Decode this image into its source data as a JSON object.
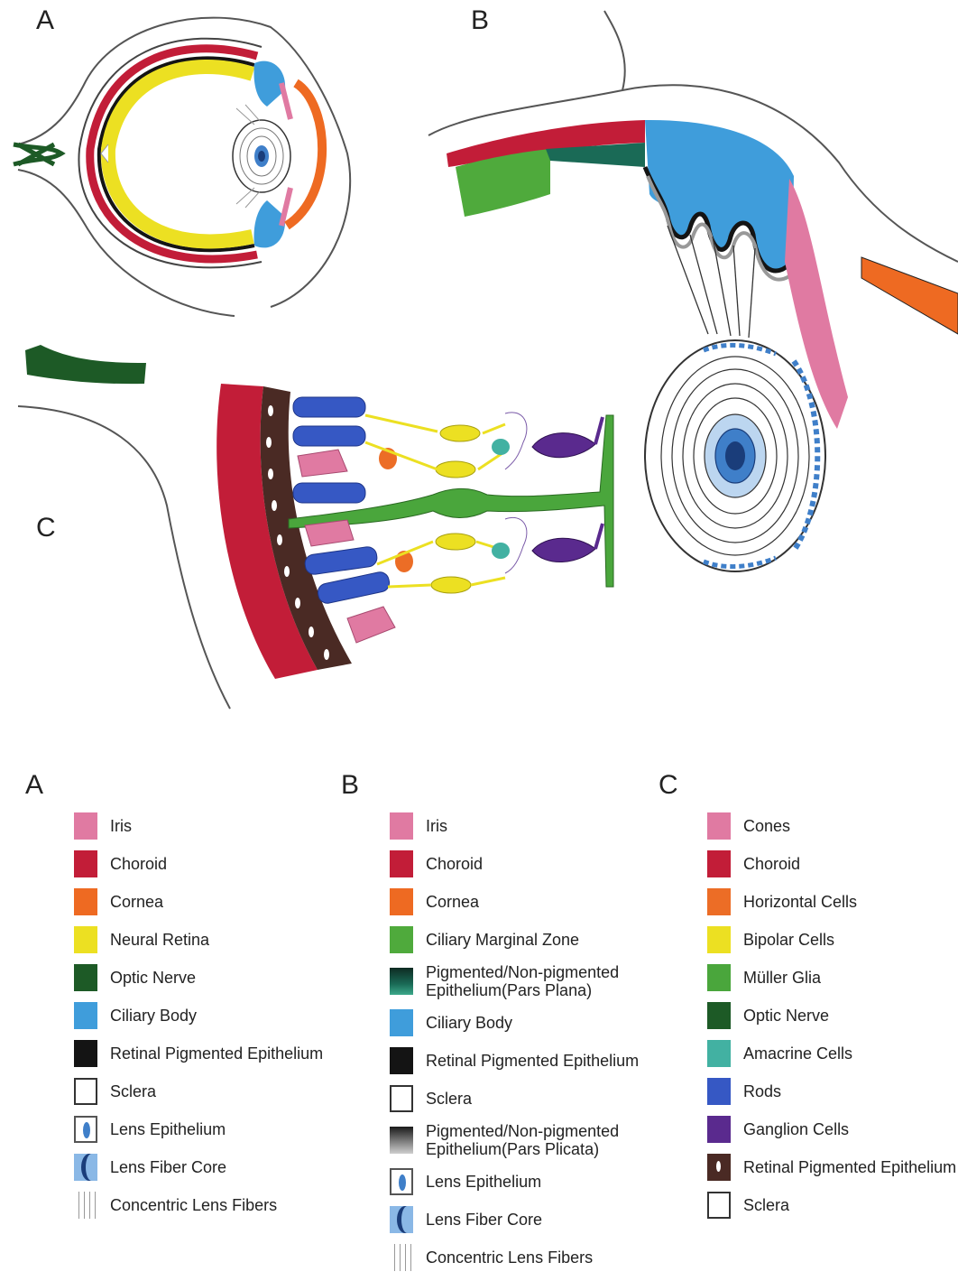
{
  "colors": {
    "iris": "#e07aa2",
    "choroid": "#c21d38",
    "cornea": "#ee6a22",
    "neural_retina": "#ece022",
    "optic_nerve": "#1d5a26",
    "ciliary_body": "#3f9ddb",
    "rpe": "#141414",
    "sclera_stroke": "#333333",
    "ciliary_marginal_zone": "#4faa3c",
    "pars_plana": "#1a6a56",
    "pars_plicata": "#444444",
    "cones": "#e07aa2",
    "horizontal": "#ec6d26",
    "bipolar": "#ece022",
    "muller": "#4aa63c",
    "amacrine": "#42b1a2",
    "rods": "#3658c4",
    "ganglion": "#5a2a8e",
    "rpe_cell": "#4a2a24",
    "lens_blue": "#3f7fc9",
    "lens_dark": "#1a3d7a"
  },
  "panels": {
    "a": {
      "letter": "A"
    },
    "b": {
      "letter": "B"
    },
    "c": {
      "letter": "C"
    }
  },
  "legends": [
    {
      "title": "A",
      "items": [
        {
          "label": "Iris",
          "swatch": "iris"
        },
        {
          "label": "Choroid",
          "swatch": "choroid"
        },
        {
          "label": "Cornea",
          "swatch": "cornea"
        },
        {
          "label": "Neural Retina",
          "swatch": "neural_retina"
        },
        {
          "label": "Optic Nerve",
          "swatch": "optic_nerve"
        },
        {
          "label": "Ciliary Body",
          "swatch": "ciliary_body"
        },
        {
          "label": "Retinal Pigmented Epithelium",
          "swatch": "rpe"
        },
        {
          "label": "Sclera",
          "swatch": "sclera"
        },
        {
          "label": "Lens Epithelium",
          "swatch": "lens_epithelium"
        },
        {
          "label": "Lens Fiber Core",
          "swatch": "lens_fiber_core"
        },
        {
          "label": "Concentric Lens Fibers",
          "swatch": "concentric_fibers"
        }
      ]
    },
    {
      "title": "B",
      "items": [
        {
          "label": "Iris",
          "swatch": "iris"
        },
        {
          "label": "Choroid",
          "swatch": "choroid"
        },
        {
          "label": "Cornea",
          "swatch": "cornea"
        },
        {
          "label": "Ciliary Marginal Zone",
          "swatch": "ciliary_marginal_zone"
        },
        {
          "label": "Pigmented/Non-pigmented\nEpithelium(Pars Plana)",
          "swatch": "pars_plana"
        },
        {
          "label": "Ciliary Body",
          "swatch": "ciliary_body"
        },
        {
          "label": "Retinal Pigmented Epithelium",
          "swatch": "rpe"
        },
        {
          "label": "Sclera",
          "swatch": "sclera"
        },
        {
          "label": "Pigmented/Non-pigmented\nEpithelium(Pars Plicata)",
          "swatch": "pars_plicata"
        },
        {
          "label": "Lens Epithelium",
          "swatch": "lens_epithelium"
        },
        {
          "label": "Lens Fiber Core",
          "swatch": "lens_fiber_core"
        },
        {
          "label": "Concentric Lens Fibers",
          "swatch": "concentric_fibers"
        }
      ]
    },
    {
      "title": "C",
      "items": [
        {
          "label": "Cones",
          "swatch": "cones"
        },
        {
          "label": "Choroid",
          "swatch": "choroid"
        },
        {
          "label": "Horizontal Cells",
          "swatch": "horizontal"
        },
        {
          "label": "Bipolar Cells",
          "swatch": "bipolar"
        },
        {
          "label": "Müller Glia",
          "swatch": "muller"
        },
        {
          "label": "Optic Nerve",
          "swatch": "optic_nerve"
        },
        {
          "label": "Amacrine Cells",
          "swatch": "amacrine"
        },
        {
          "label": "Rods",
          "swatch": "rods"
        },
        {
          "label": "Ganglion Cells",
          "swatch": "ganglion"
        },
        {
          "label": "Retinal Pigmented Epithelium",
          "swatch": "rpe_cell"
        },
        {
          "label": "Sclera",
          "swatch": "sclera"
        }
      ]
    }
  ]
}
